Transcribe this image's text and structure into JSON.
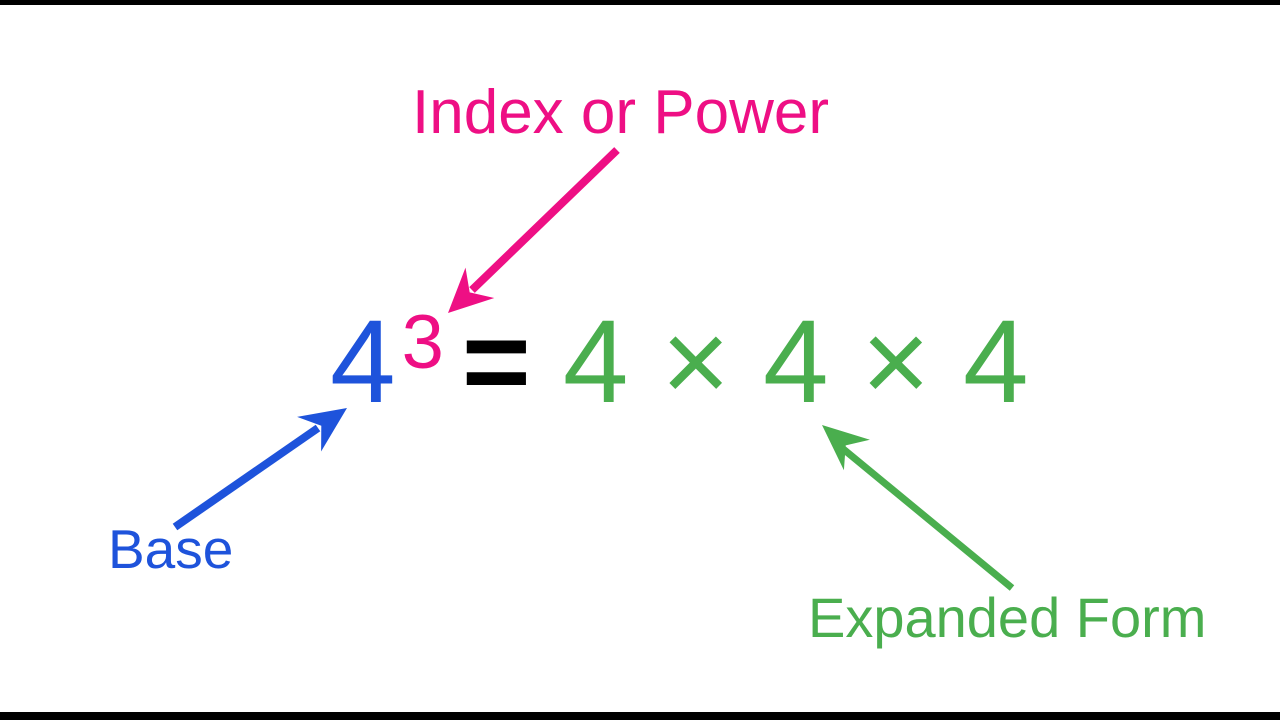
{
  "figure": {
    "title_label": "Index or Power",
    "base_label": "Base",
    "expanded_label": "Expanded Form",
    "equation": {
      "base": "4",
      "exponent": "3",
      "equals_sign": "=",
      "expanded_form": "4 × 4 × 4"
    },
    "colors": {
      "pink": "#EE0F84",
      "blue": "#1E53DB",
      "green": "#4AAE4E",
      "equals_black": "#000000",
      "background": "#FFFFFF",
      "letterbox": "#000000"
    }
  }
}
